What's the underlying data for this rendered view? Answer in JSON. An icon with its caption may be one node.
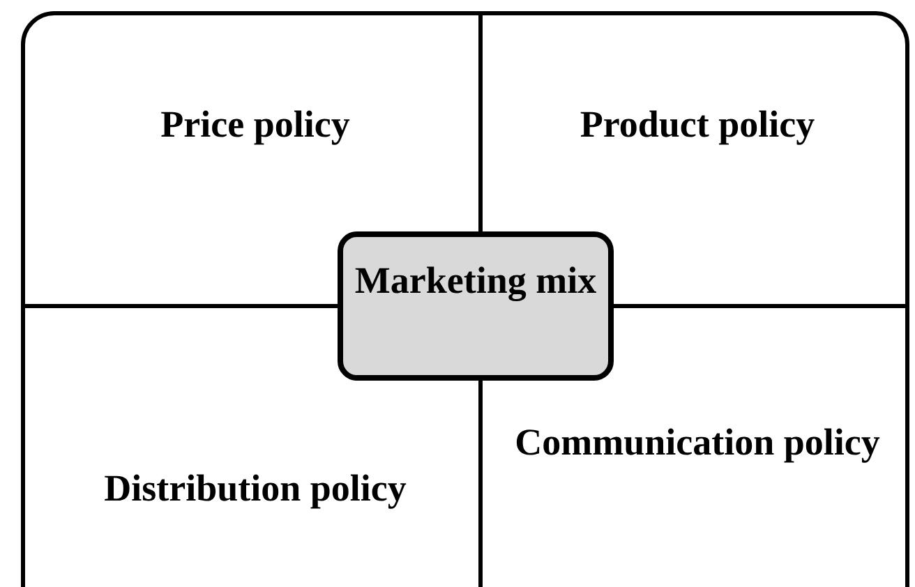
{
  "diagram": {
    "nodes": [
      {
        "text": [
          "Price policy"
        ]
      },
      {
        "text": [
          "Product policy"
        ]
      },
      {
        "text": [
          "Marketing mix"
        ]
      },
      {
        "text": [
          "Distribution policy"
        ]
      },
      {
        "text": [
          "Communication policy"
        ]
      }
    ],
    "edges": []
  }
}
